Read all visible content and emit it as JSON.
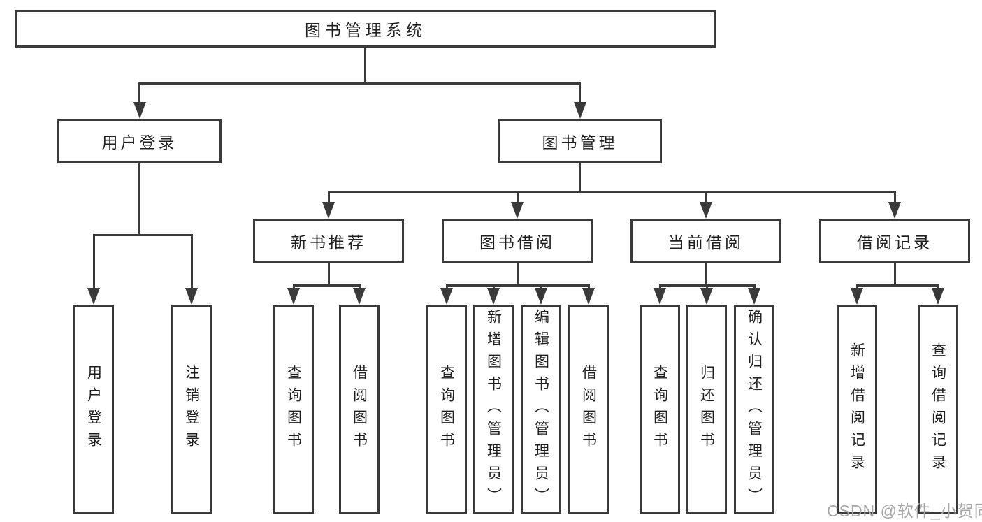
{
  "diagram": {
    "root": {
      "label": "图书管理系统"
    },
    "branches": [
      {
        "label": "用户登录",
        "children": [
          {
            "label": "用户登录"
          },
          {
            "label": "注销登录"
          }
        ]
      },
      {
        "label": "图书管理",
        "children": [
          {
            "label": "新书推荐",
            "children": [
              {
                "label": "查询图书"
              },
              {
                "label": "借阅图书"
              }
            ]
          },
          {
            "label": "图书借阅",
            "children": [
              {
                "label": "查询图书"
              },
              {
                "label": "新增图书（管理员）"
              },
              {
                "label": "编辑图书（管理员）"
              },
              {
                "label": "借阅图书"
              }
            ]
          },
          {
            "label": "当前借阅",
            "children": [
              {
                "label": "查询图书"
              },
              {
                "label": "归还图书"
              },
              {
                "label": "确认归还（管理员）"
              }
            ]
          },
          {
            "label": "借阅记录",
            "children": [
              {
                "label": "新增借阅记录"
              },
              {
                "label": "查询借阅记录"
              }
            ]
          }
        ]
      }
    ]
  },
  "watermark": {
    "text": "CSDN @软件_小贺同学"
  },
  "colors": {
    "line": "#3a3a3a",
    "text": "#1f1f1f",
    "background": "#ffffff",
    "watermark": "#a6a6a6"
  }
}
